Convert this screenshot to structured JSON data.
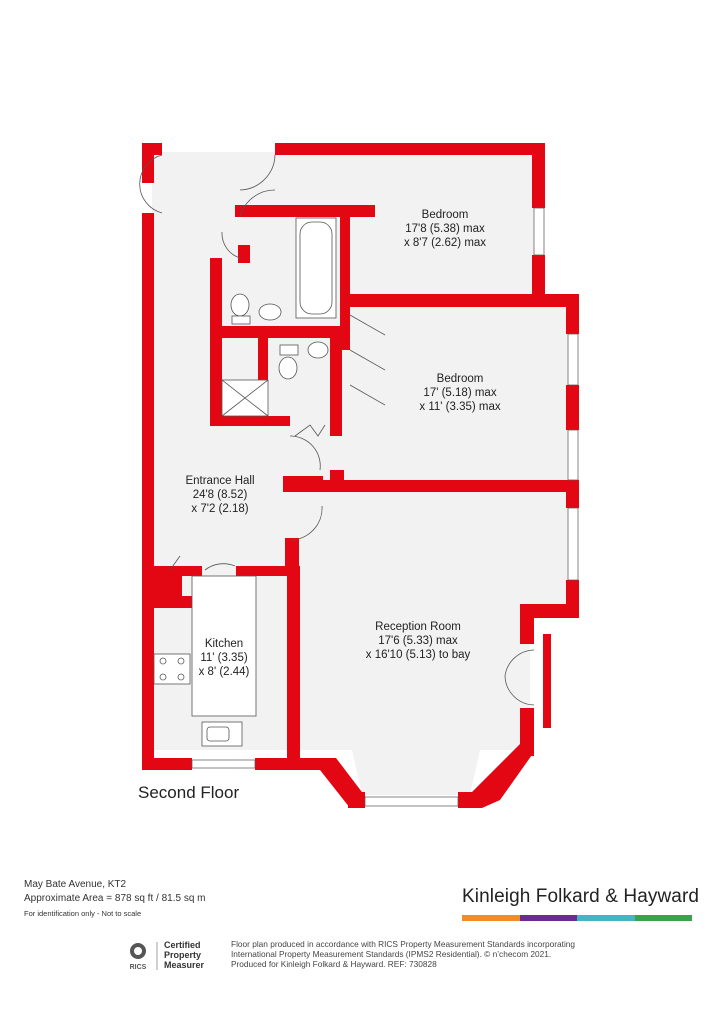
{
  "floor_title": "Second Floor",
  "rooms": {
    "bedroom1": {
      "name": "Bedroom",
      "dim1": "17'8 (5.38) max",
      "dim2": "x 8'7 (2.62) max"
    },
    "bedroom2": {
      "name": "Bedroom",
      "dim1": "17' (5.18) max",
      "dim2": "x 11' (3.35) max"
    },
    "entrance_hall": {
      "name": "Entrance Hall",
      "dim1": "24'8 (8.52)",
      "dim2": "x 7'2 (2.18)"
    },
    "reception": {
      "name": "Reception Room",
      "dim1": "17'6 (5.33) max",
      "dim2": "x 16'10 (5.13) to bay"
    },
    "kitchen": {
      "name": "Kitchen",
      "dim1": "11' (3.35)",
      "dim2": "x 8' (2.44)"
    }
  },
  "property": {
    "address": "May Bate Avenue, KT2",
    "area": "Approximate Area = 878 sq ft / 81.5 sq m",
    "note": "For identification only - Not to scale"
  },
  "brand": {
    "name": "Kinleigh Folkard & Hayward",
    "bar_colors": [
      "#f28c28",
      "#6a2c91",
      "#45b5c4",
      "#3aa24a"
    ]
  },
  "rics": {
    "badge": "RICS",
    "line1": "Certified",
    "line2": "Property",
    "line3": "Measurer"
  },
  "disclaimer": {
    "line1": "Floor plan produced in accordance with RICS Property Measurement Standards incorporating",
    "line2": "International Property Measurement Standards (IPMS2 Residential).  © n’checom 2021.",
    "line3": "Produced for Kinleigh Folkard & Hayward.   REF: 730828"
  },
  "colors": {
    "wall": "#e30613",
    "floor": "#f2f2f2"
  }
}
